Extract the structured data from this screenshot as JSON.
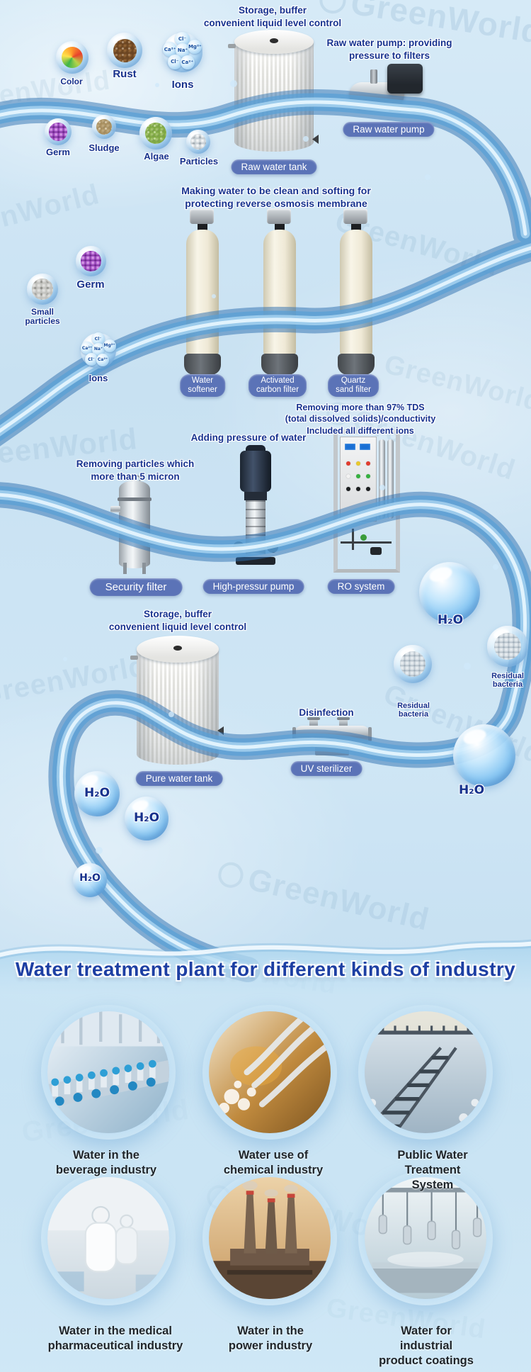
{
  "brand_watermark": "GreenWorld",
  "colors": {
    "accent_pill": "#5b73b7",
    "annotation_text": "#17328f",
    "title_text": "#1d3fa3",
    "caption_text": "#1e2429"
  },
  "stage1": {
    "tank_note": "Storage, buffer\nconvenient liquid level control",
    "pump_note": "Raw water pump: providing\npressure to filters",
    "tank_label": "Raw water tank",
    "pump_label": "Raw water pump",
    "contaminants": {
      "color": "Color",
      "rust": "Rust",
      "ions": "Ions",
      "germ": "Germ",
      "sludge": "Sludge",
      "algae": "Algae",
      "particles": "Particles"
    },
    "ion_symbols": [
      "Cl⁻",
      "Ca²⁺",
      "Na⁺",
      "Mg²⁺",
      "Cl⁻",
      "Ca²⁺"
    ]
  },
  "stage2": {
    "note": "Making water to be clean and softing for\nprotecting reverse osmosis membrane",
    "bubble_small_particles": "Small\nparticles",
    "bubble_germ": "Germ",
    "bubble_ions": "Ions",
    "filter_labels": [
      "Water\nsoftener",
      "Activated\ncarbon filter",
      "Quartz\nsand filter"
    ]
  },
  "stage3": {
    "security_note": "Removing particles which\nmore than 5 micron",
    "pump_note": "Adding pressure of water",
    "ro_note": "Removing more than 97% TDS\n(total dissolved solids)/conductivity\nIncluded all different ions",
    "security_label": "Security filter",
    "pump_label": "High-pressur pump",
    "ro_label": "RO system",
    "h2o": "H₂O",
    "residual_bacteria": "Residual\nbacteria"
  },
  "stage4": {
    "tank_note": "Storage, buffer\nconvenient liquid level control",
    "disinfection_note": "Disinfection",
    "tank_label": "Pure water tank",
    "uv_label": "UV sterilizer",
    "h2o": "H₂O"
  },
  "industries": {
    "title": "Water treatment plant for different kinds of industry",
    "items": [
      {
        "caption": "Water in the\nbeverage industry",
        "photo": "beverage-bottling-line"
      },
      {
        "caption": "Water use of\nchemical industry",
        "photo": "chemical-plant-water"
      },
      {
        "caption": "Public Water\nTreatment System",
        "photo": "public-water-treatment-basin"
      },
      {
        "caption": "Water in the medical\npharmaceutical industry",
        "photo": "pharmaceutical-cleanroom"
      },
      {
        "caption": "Water in the\npower industry",
        "photo": "power-plant"
      },
      {
        "caption": "Water for industrial\nproduct coatings",
        "photo": "industrial-coating-line"
      }
    ]
  }
}
